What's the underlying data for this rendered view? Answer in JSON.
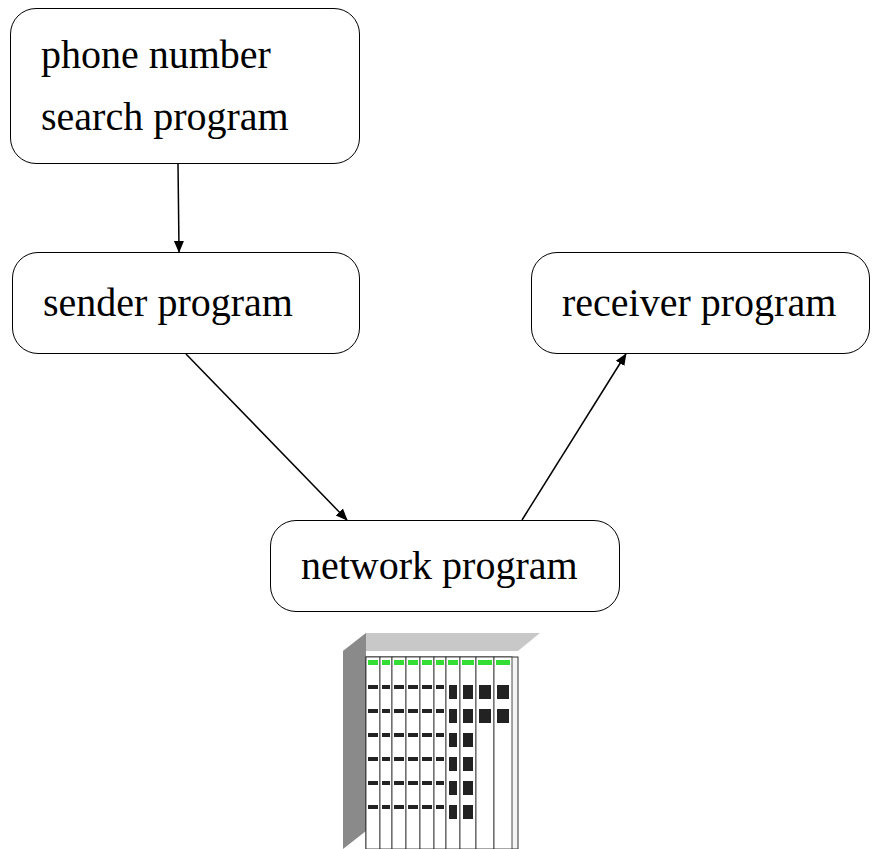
{
  "diagram": {
    "nodes": [
      {
        "text": [
          "phone number search program"
        ]
      },
      {
        "text": [
          "sender program"
        ]
      },
      {
        "text": [
          "receiver program"
        ]
      },
      {
        "text": [
          "network program"
        ]
      }
    ],
    "edges": [
      {
        "from": 0,
        "to": 1,
        "arrow": "to"
      },
      {
        "from": 1,
        "to": 3,
        "arrow": "to"
      },
      {
        "from": 3,
        "to": 2,
        "arrow": "to"
      }
    ]
  }
}
